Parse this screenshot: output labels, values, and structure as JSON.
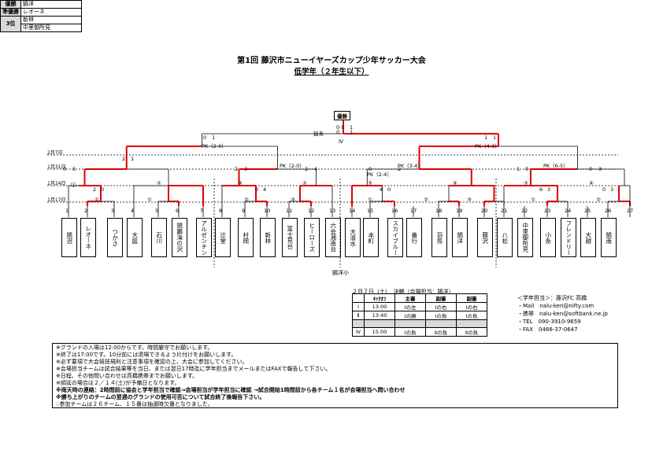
{
  "header": {
    "title": "第1回 藤沢市ニューイヤーズカップ少年サッカー大会",
    "subtitle": "低学年（２年生以下）"
  },
  "results": {
    "winner_label": "優勝",
    "winner": "鵠洋",
    "runner_label": "準優勝",
    "runner": "レオーネ",
    "third_label": "3位",
    "third_1": "新林",
    "third_2": "中里御所見"
  },
  "bracket": {
    "champion_label": "優勝",
    "final_scores": {
      "left": "0  0",
      "right": "1",
      "ext_label": "延長",
      "ext_left": "0",
      "ext_right": "1"
    },
    "round_roman": "Ⅳ",
    "venue": "鵠洋小",
    "dates": [
      "2月7日",
      "1月31日",
      "1月24日",
      "1月17日"
    ],
    "pk_labels": [
      "PK（2-0）",
      "PK（4-3）",
      "PK（2-0）",
      "PK（3-4）",
      "PK（6-5）",
      "PK（2-4）"
    ],
    "seeds": [
      "①",
      "①",
      "②",
      "③",
      "①",
      "②",
      "③",
      "①",
      "②",
      "③",
      "①",
      "②"
    ],
    "bracket_marks": [
      "⑴",
      "②",
      "③",
      "②",
      "③",
      "④",
      "③",
      "④",
      "③",
      "④"
    ],
    "teams": [
      {
        "num": "1",
        "name": "鵠沼"
      },
      {
        "num": "2",
        "name": "レオーネ"
      },
      {
        "num": "3",
        "name": "つかさ"
      },
      {
        "num": "4",
        "name": "大庭"
      },
      {
        "num": "5",
        "name": "石川"
      },
      {
        "num": "6",
        "name": "鵠鵬滝の沢"
      },
      {
        "num": "7",
        "name": "アルゼンチン"
      },
      {
        "num": "8",
        "name": "辻堂"
      },
      {
        "num": "9",
        "name": "村岡"
      },
      {
        "num": "10",
        "name": "新林"
      },
      {
        "num": "11",
        "name": "富士見台"
      },
      {
        "num": "12",
        "name": "ヒーローズ"
      },
      {
        "num": "13",
        "name": "六会湘南台"
      },
      {
        "num": "14",
        "name": "大清水"
      },
      {
        "num": "15",
        "name": "本町"
      },
      {
        "num": "16",
        "name": "スカイブルー"
      },
      {
        "num": "17",
        "name": "善行"
      },
      {
        "num": "18",
        "name": "羽鳥"
      },
      {
        "num": "19",
        "name": "鵠洋"
      },
      {
        "num": "20",
        "name": "藤沢"
      },
      {
        "num": "21",
        "name": "八松"
      },
      {
        "num": "22",
        "name": "中里御所見"
      },
      {
        "num": "23",
        "name": "小糸"
      },
      {
        "num": "24",
        "name": "フレンドリー"
      },
      {
        "num": "25",
        "name": "大越"
      },
      {
        "num": "26",
        "name": "鵠南"
      },
      {
        "num": "27",
        "name": ""
      }
    ]
  },
  "schedule": {
    "heading": "２月７日（土）　決勝（会場担当：鵠洋）",
    "headers": [
      "",
      "ｷｯｸｵﾌ",
      "主審",
      "副審",
      "副審"
    ],
    "rows": [
      [
        "Ⅰ",
        "13:00",
        "Ⅰの左",
        "Ⅰの右",
        "Ⅰの右"
      ],
      [
        "Ⅱ",
        "13:40",
        "Ⅰの勝",
        "Ⅰの負",
        "Ⅰの負"
      ],
      [
        "",
        "",
        "",
        "",
        ""
      ],
      [
        "Ⅳ",
        "15:00",
        "Ⅰの負",
        "Ⅱの負",
        "Ⅱの負"
      ]
    ]
  },
  "contact": {
    "line1": "＜学年担当＞：藤沢FC 高橋",
    "line2": "・Mail　nalu-ken@nifty.com",
    "line3": "・携帯　nalu-ken@softbank.ne.jp",
    "line4": "・TEL　090-3910-9659",
    "line5": "・FAX　0466-37-0647"
  },
  "notes": [
    {
      "text": "※グランドの入場は12:00からです。時間厳守でお願いします。",
      "bold": false
    },
    {
      "text": "※終了は17:00です。10分前には退場できるよう片付けをお願いします。",
      "bold": false
    },
    {
      "text": "※必ず要項で大会競技規則と注意事項を確認の上、大会に参加してください。",
      "bold": false
    },
    {
      "text": "※会場担当チームは試合結果等を当日、または翌日17時迄に学年担当までメールまたはFAXで報告して下さい。",
      "bold": false
    },
    {
      "text": "※日程、その他問い合わせは高橋携帯までお願いします。",
      "bold": false
    },
    {
      "text": "※順延の場合は２／１４(土)が予備日となります。",
      "bold": false
    },
    {
      "text": "※雨天時の連絡：2時間前に協会と学年担当で確認→会場担当が学年担当に確認 →試合開始1時間前から各チーム１名が会場担当へ問い合わせ",
      "bold": true
    },
    {
      "text": "※勝ち上がりのチームの翌週のグランドの使用可否について試合終了後報告下さい。",
      "bold": true
    },
    {
      "text": "∴参加チームは２６チーム、１５番は抽選時欠番となりました。",
      "bold": false
    }
  ]
}
